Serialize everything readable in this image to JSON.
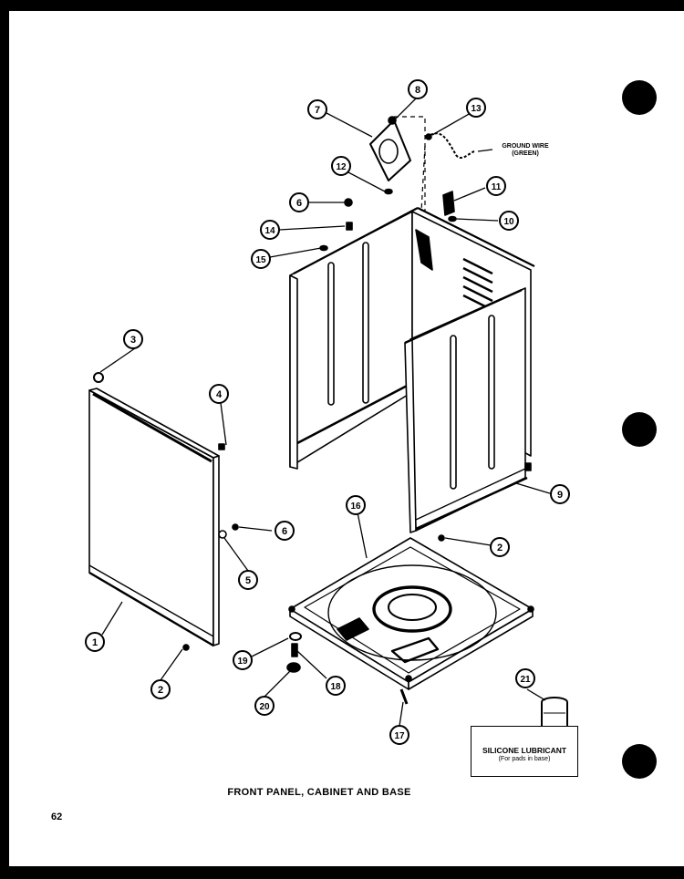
{
  "caption": "FRONT PANEL, CABINET AND BASE",
  "page_number": "62",
  "ground_wire_note": {
    "line1": "GROUND WIRE",
    "line2": "(GREEN)"
  },
  "lubricant_box": {
    "title": "SILICONE LUBRICANT",
    "subtitle": "(For pads in base)"
  },
  "callouts": [
    "1",
    "2",
    "2",
    "3",
    "4",
    "5",
    "6",
    "6",
    "7",
    "8",
    "9",
    "10",
    "11",
    "12",
    "13",
    "14",
    "15",
    "16",
    "17",
    "18",
    "19",
    "20",
    "21"
  ],
  "colors": {
    "ink": "#000000",
    "paper": "#ffffff"
  }
}
